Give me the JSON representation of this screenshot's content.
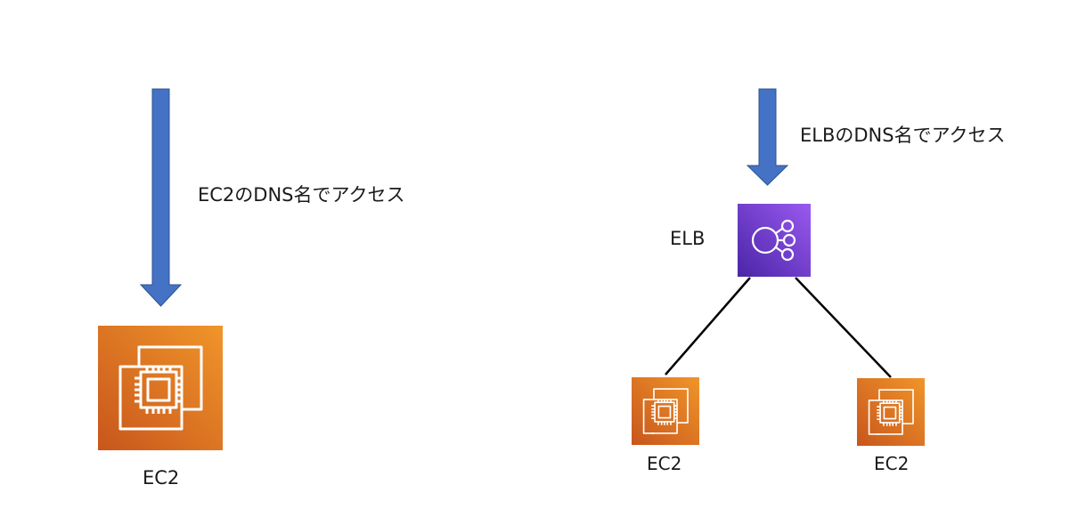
{
  "left_diagram": {
    "access_label": "EC2のDNS名でアクセス",
    "ec2_label": "EC2"
  },
  "right_diagram": {
    "access_label": "ELBのDNS名でアクセス",
    "elb_label": "ELB",
    "ec2_left_label": "EC2",
    "ec2_right_label": "EC2"
  },
  "colors": {
    "arrow": "#4472c4",
    "arrow_stroke": "#2f528f",
    "ec2_orange_top": "#f0952a",
    "ec2_orange_bottom": "#c8561c",
    "elb_purple_top": "#9a59f0",
    "elb_purple_bottom": "#4a25a6",
    "connector": "#000000"
  },
  "icons": [
    "ec2-instance-icon",
    "elb-load-balancer-icon"
  ]
}
